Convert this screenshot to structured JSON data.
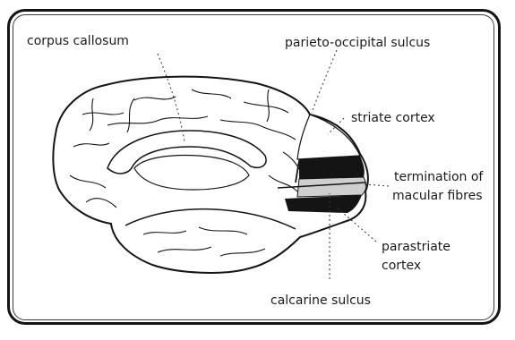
{
  "labels": {
    "corpus_callosum": "corpus callosum",
    "parieto_occipital_sulcus": "parieto-occipital sulcus",
    "striate_cortex": "striate cortex",
    "termination_line1": "termination of",
    "termination_line2": "macular fibres",
    "parastriate_line1": "parastriate",
    "parastriate_line2": "cortex",
    "calcarine_sulcus": "calcarine sulcus"
  },
  "colors": {
    "ink": "#141414",
    "paper": "#ffffff",
    "shade": "#cfcfcf"
  }
}
